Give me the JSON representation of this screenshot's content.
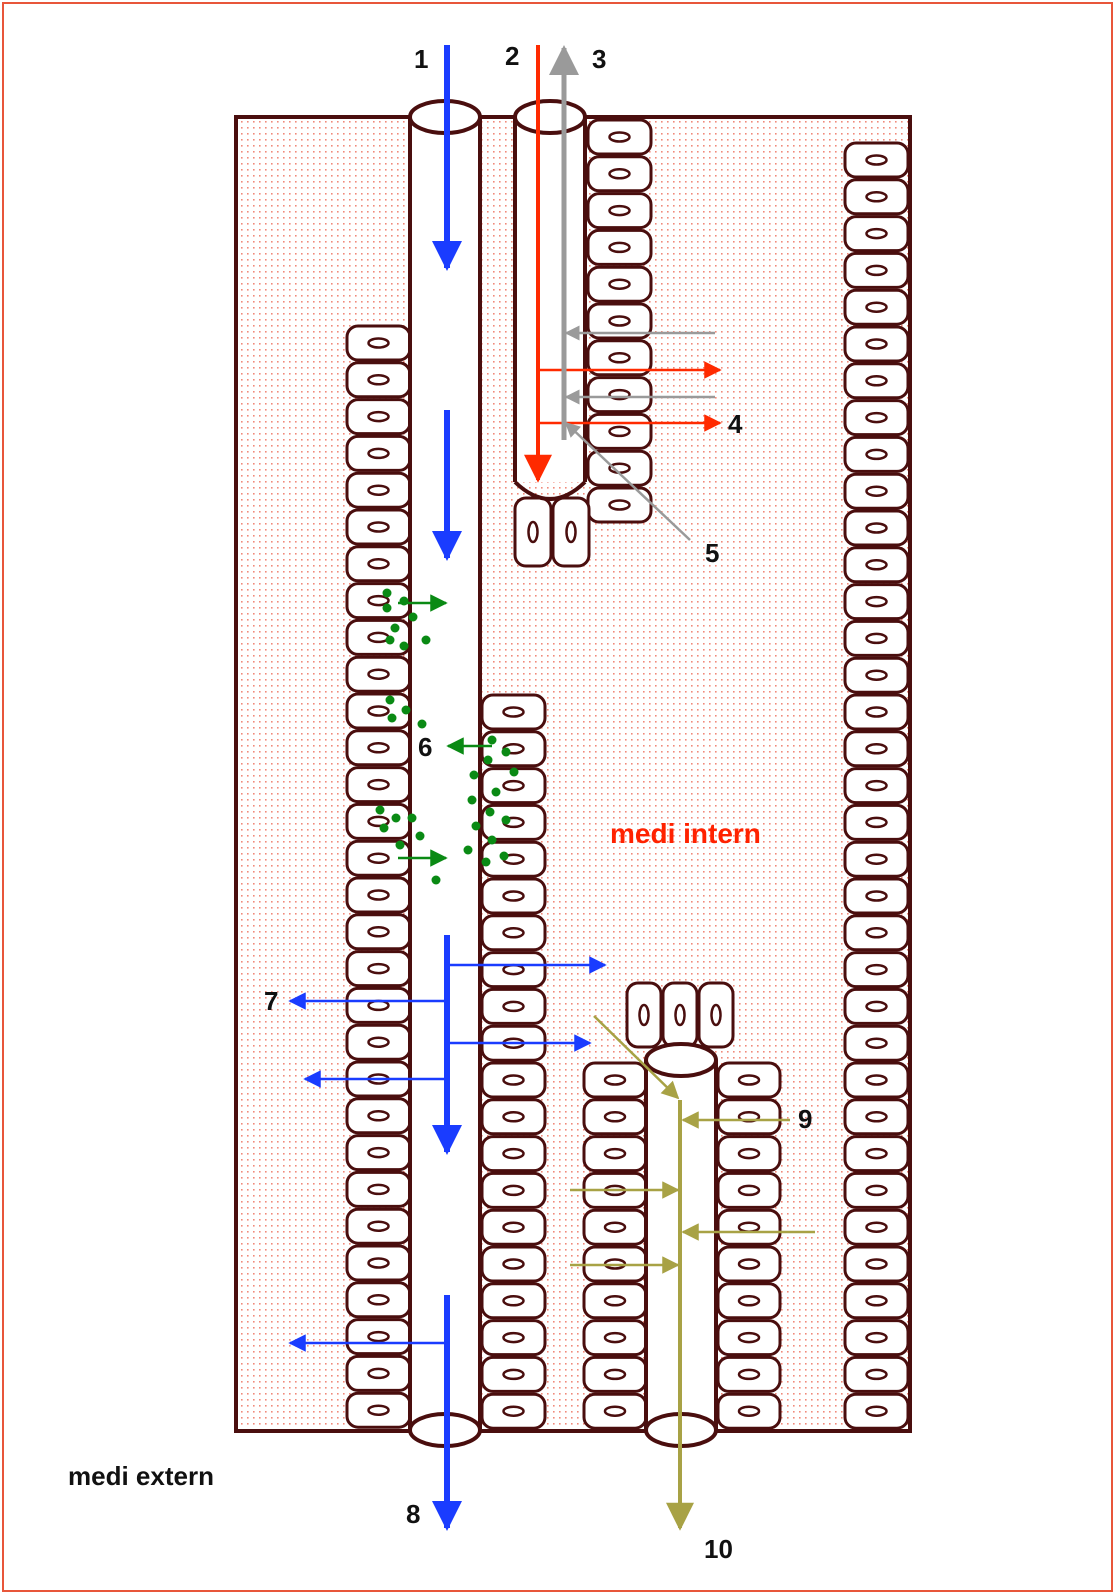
{
  "colors": {
    "frame": "#e8563a",
    "tissue_border": "#4a0e0e",
    "tissue_dots": "#f08a7a",
    "blue": "#1a3cff",
    "red": "#ff2a00",
    "gray": "#9a9a9a",
    "green": "#0a8a14",
    "olive": "#a8a245"
  },
  "labels": {
    "n1": "1",
    "n2": "2",
    "n3": "3",
    "n4": "4",
    "n5": "5",
    "n6": "6",
    "n7": "7",
    "n8": "8",
    "n9": "9",
    "n10": "10"
  },
  "regions": {
    "inner": "medi intern",
    "outer": "medi extern"
  }
}
